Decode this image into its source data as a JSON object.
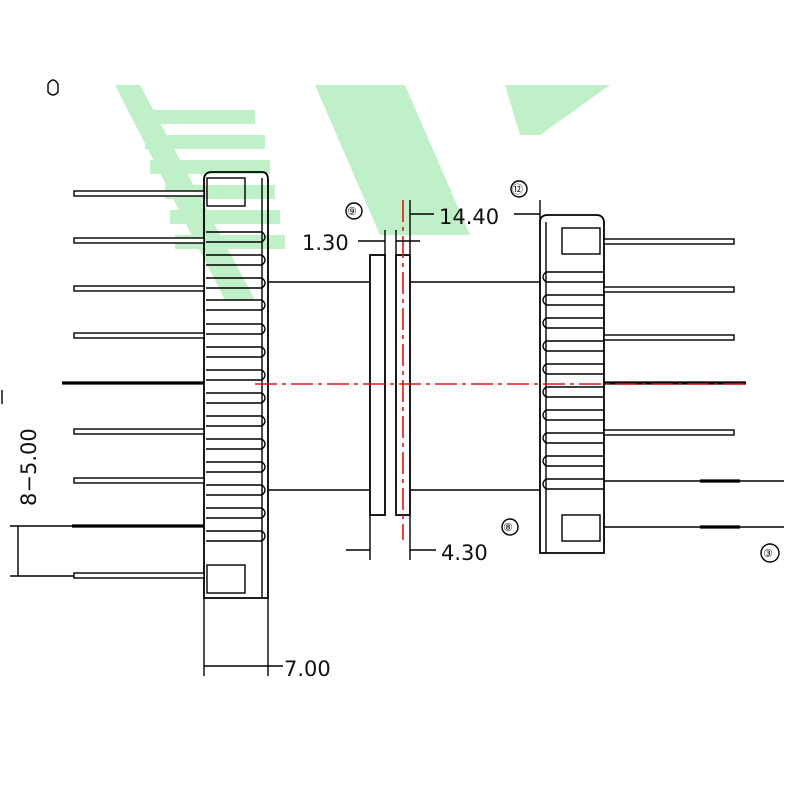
{
  "dimensions": {
    "flange_gap": "1.30",
    "flange_gap_mark": "⑨",
    "half_width": "14.40",
    "half_width_mark": "⑫",
    "core_width": "4.30",
    "core_width_mark": "⑧",
    "base_depth": "7.00",
    "pin_pitch": "8−5.00",
    "right_edge_mark": "③"
  },
  "colors": {
    "outline": "#000000",
    "centerline": "#e01515",
    "watermark": "#bff0c8"
  },
  "icons": {
    "circled_marker": "circled-number-icon"
  }
}
